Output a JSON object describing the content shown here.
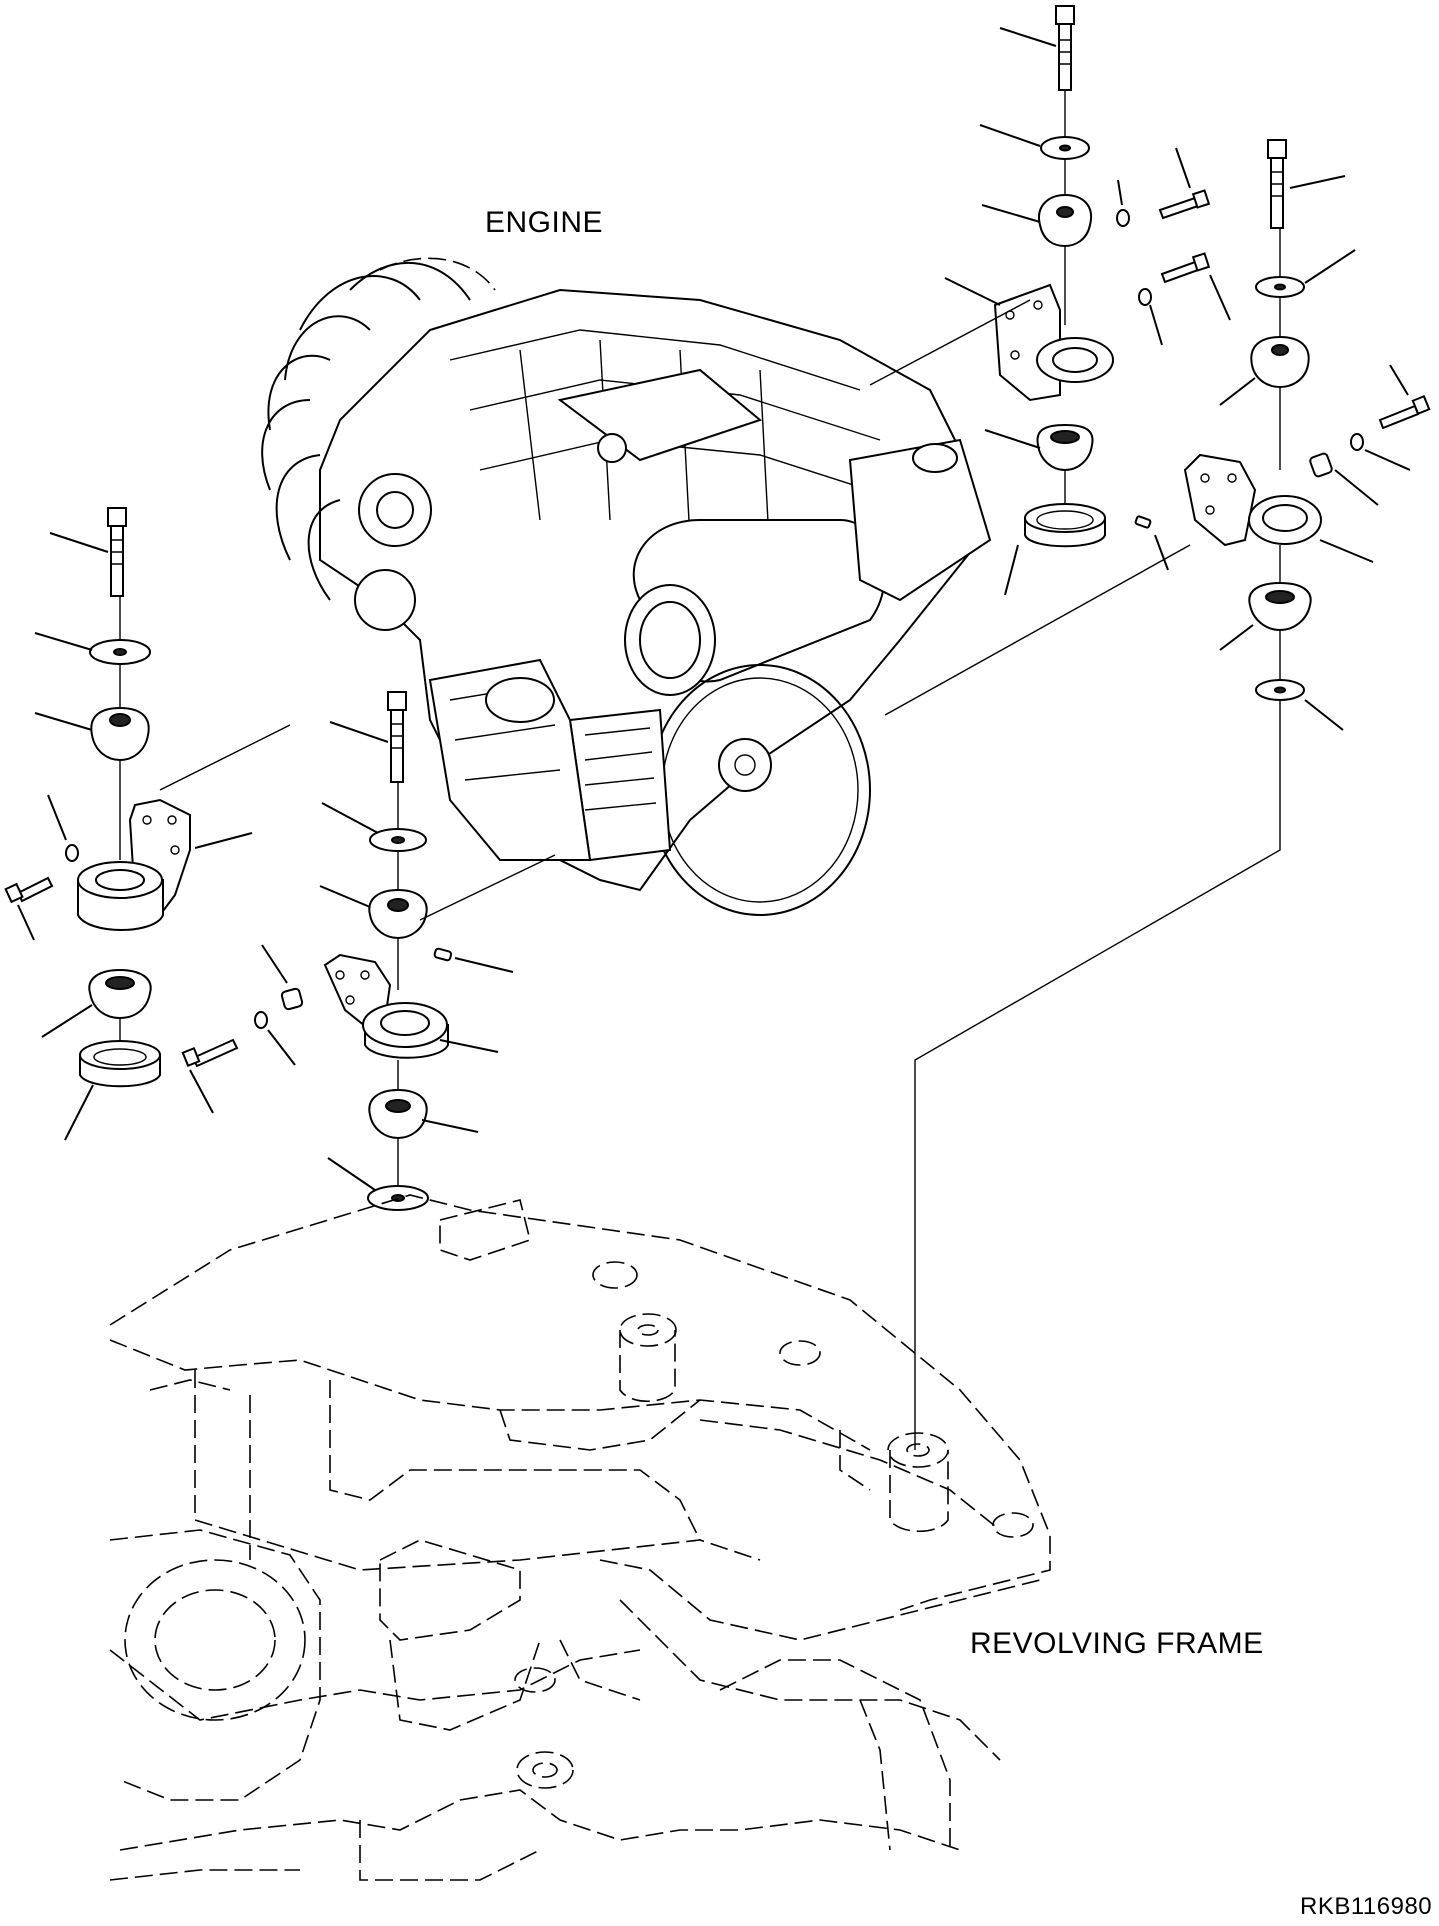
{
  "labels": {
    "engine": "ENGINE",
    "revolving_frame": "REVOLVING FRAME",
    "drawing_code": "RKB116980"
  }
}
